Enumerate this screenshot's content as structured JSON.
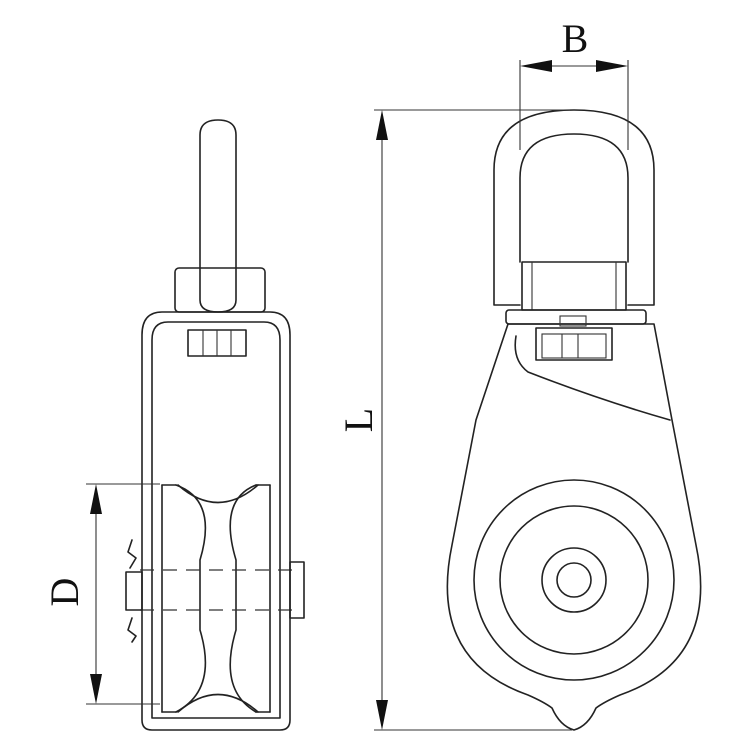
{
  "dimensions": {
    "width_label": "B",
    "length_label": "L",
    "diameter_label": "D"
  }
}
